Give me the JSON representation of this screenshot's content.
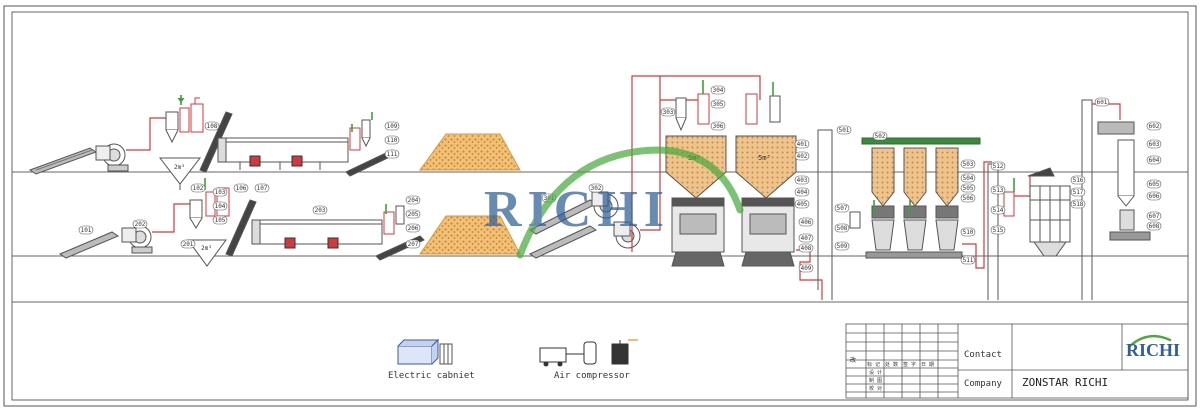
{
  "legend": {
    "electric_cabinet": "Electric cabniet",
    "air_compressor": "Air compressor"
  },
  "title_block": {
    "contact_label": "Contact",
    "company_label": "Company",
    "company_name": "ZONSTAR RICHI",
    "logo_text": "RICHI",
    "header_cells": [
      "改",
      "标 记",
      "处 数",
      "签 字",
      "日 期"
    ],
    "sign_rows": [
      "设 计",
      "制 图",
      "校 对"
    ]
  },
  "watermark": {
    "text": "RICHI"
  },
  "capacity_labels": {
    "hopper_upper": "2m³",
    "hopper_lower": "2m³",
    "silo_left": "5m³",
    "silo_right": "5m³"
  },
  "callouts": {
    "row_upper": [
      "102",
      "103",
      "104",
      "105",
      "106",
      "107",
      "108",
      "109",
      "110",
      "111"
    ],
    "row_lower": [
      "101",
      "201",
      "202",
      "203",
      "204",
      "205",
      "206",
      "207",
      "301",
      "302"
    ],
    "silos_top": [
      "303",
      "304",
      "305",
      "306",
      "401",
      "402",
      "403",
      "404",
      "405",
      "406",
      "407",
      "408",
      "409"
    ],
    "press_line": [
      "501",
      "502",
      "503",
      "504",
      "505",
      "506",
      "507",
      "508",
      "509",
      "510",
      "511"
    ],
    "cooler_line": [
      "512",
      "513",
      "514",
      "515",
      "516",
      "517",
      "518"
    ],
    "packing_line": [
      "601",
      "602",
      "603",
      "604",
      "605",
      "606",
      "607",
      "608"
    ]
  },
  "colors": {
    "line": "#555555",
    "duct_red": "#d0393e",
    "accent_green": "#3aa23a",
    "sawdust": "#e1a13e",
    "logo_blue": "#2f5f96",
    "logo_green": "#4bab3f"
  }
}
